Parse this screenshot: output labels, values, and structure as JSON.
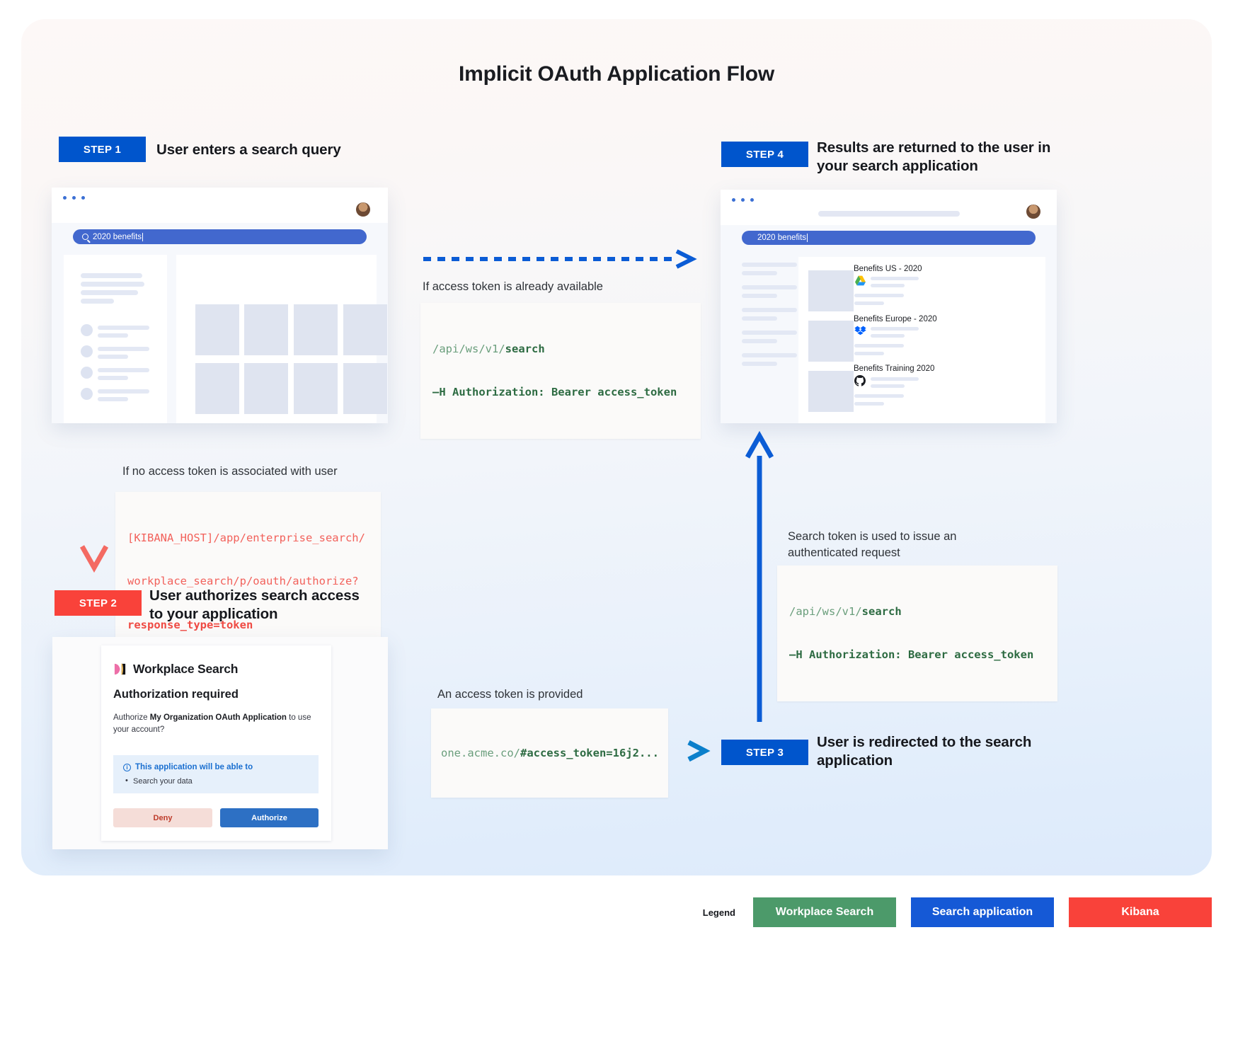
{
  "title": "Implicit OAuth Application Flow",
  "steps": {
    "step1": {
      "badge": "STEP 1",
      "title": "User enters a search query"
    },
    "step2": {
      "badge": "STEP 2",
      "title_line1": "User authorizes search access",
      "title_line2": "to your application"
    },
    "step3": {
      "badge": "STEP 3",
      "title_line1": "User is redirected to the search",
      "title_line2": "application"
    },
    "step4": {
      "badge": "STEP 4",
      "title_line1": "Results are returned to the user in",
      "title_line2": "your search application"
    }
  },
  "browser_step1": {
    "search_query": "2020 benefits"
  },
  "browser_step4": {
    "search_query": "2020 benefits",
    "results": [
      {
        "title": "Benefits US - 2020",
        "source_icon": "google-drive-icon"
      },
      {
        "title": "Benefits Europe - 2020",
        "source_icon": "dropbox-icon"
      },
      {
        "title": "Benefits Training 2020",
        "source_icon": "github-icon"
      }
    ]
  },
  "flows": {
    "token_available": {
      "caption": "If access token is already available",
      "code_line1_a": "/api/ws/v1/",
      "code_line1_b": "search",
      "code_line2": "–H Authorization: Bearer access_token"
    },
    "no_token": {
      "caption": "If no access token is associated with user",
      "code_line1": "[KIBANA_HOST]/app/enterprise_search/",
      "code_line2": "workplace_search/p/oauth/authorize?",
      "code_line3": "response_type=token"
    },
    "token_provided": {
      "caption": "An access token is provided",
      "code_a": "one.acme.co/",
      "code_b": "#access_token=16j2..."
    },
    "authenticated_request": {
      "caption_line1": "Search token is used to issue an",
      "caption_line2": "authenticated request",
      "code_line1_a": "/api/ws/v1/",
      "code_line1_b": "search",
      "code_line2": "–H Authorization: Bearer access_token"
    }
  },
  "auth_dialog": {
    "brand": "Workplace Search",
    "heading": "Authorization required",
    "body_pre": "Authorize ",
    "body_bold": "My Organization OAuth Application",
    "body_post": " to use your account?",
    "callout_heading": "This application will be able to",
    "callout_item": "Search your data",
    "deny_label": "Deny",
    "authorize_label": "Authorize"
  },
  "legend": {
    "label": "Legend",
    "items": [
      {
        "text": "Workplace Search",
        "color": "#4c9a6a"
      },
      {
        "text": "Search application",
        "color": "#1559d6"
      },
      {
        "text": "Kibana",
        "color": "#f9423a"
      }
    ]
  }
}
